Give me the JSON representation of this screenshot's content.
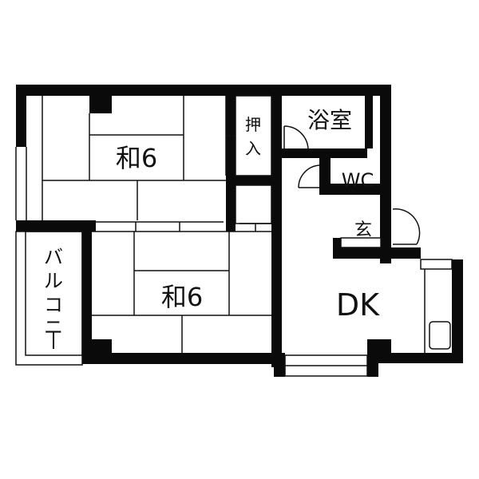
{
  "floorplan": {
    "rooms": [
      {
        "id": "washitsu-upper",
        "label": "和6"
      },
      {
        "id": "washitsu-lower",
        "label": "和6"
      },
      {
        "id": "oshiire",
        "label": "押入",
        "chars": [
          "押",
          "入"
        ]
      },
      {
        "id": "bathroom",
        "label": "浴室"
      },
      {
        "id": "toilet",
        "label": "WC"
      },
      {
        "id": "entrance",
        "label": "玄"
      },
      {
        "id": "dining-kitchen",
        "label": "DK"
      },
      {
        "id": "balcony",
        "label": "バルコニー",
        "chars": [
          "バ",
          "ル",
          "コ",
          "ニ",
          "ー"
        ]
      }
    ],
    "colors": {
      "wall": "#0a0a0a",
      "line": "#111111",
      "background": "#ffffff"
    }
  }
}
